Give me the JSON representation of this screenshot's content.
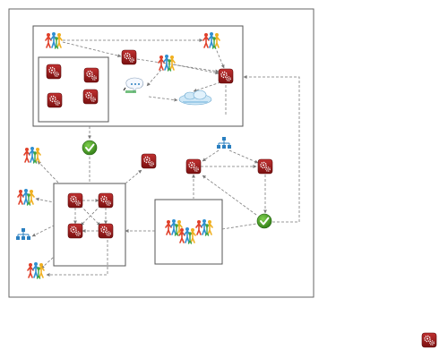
{
  "diagram": {
    "colors": {
      "frame_stroke": "#666666",
      "connector_stroke": "#7a7a7a",
      "gear_box_fill": "#9b1b1b",
      "gear_box_dark": "#6e0f0f",
      "check_fill": "#3f9a1f",
      "network_icon": "#2a7fc0",
      "people_colors": [
        "#e0402a",
        "#2f8fd0",
        "#f0b020",
        "#3aa54a",
        "#8a4fb0"
      ]
    },
    "icon_names": {
      "process": "gear-process-icon",
      "team": "people-group-icon",
      "success": "check-circle-icon",
      "network": "network-icon",
      "cloud": "cloud-icon",
      "dialog": "dialog-bubble-icon"
    },
    "connectors": {
      "style": "dashed",
      "arrowheads": true
    },
    "regions": [
      "top-container",
      "gear-grid-box",
      "mid-left-box",
      "mid-right-box"
    ]
  }
}
